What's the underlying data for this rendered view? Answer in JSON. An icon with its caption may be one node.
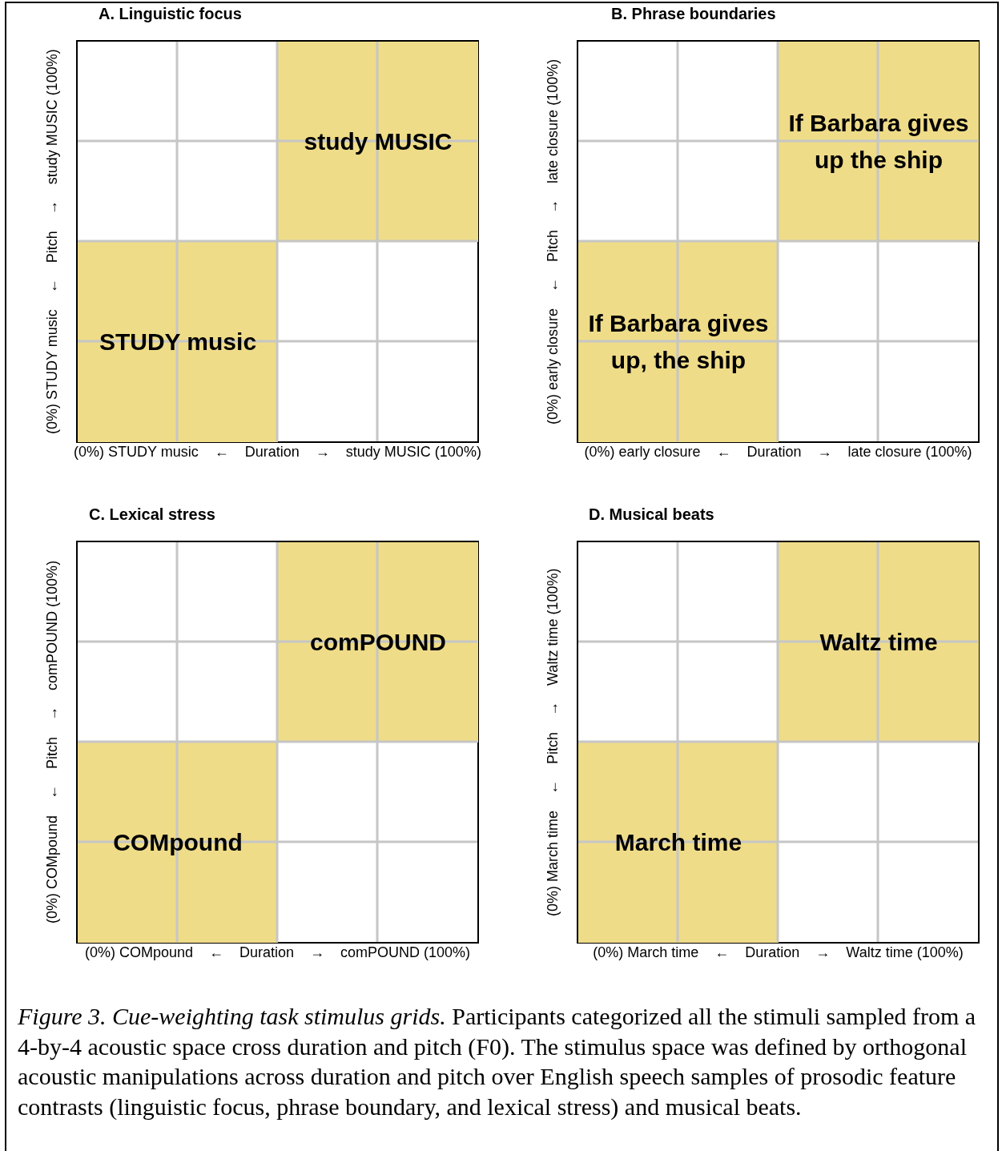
{
  "diagram": {
    "caption": "*Figure 3. Cue-weighting task stimulus grids.* Participants categorized all the stimuli sampled from a 4-by-4 acoustic space cross duration and pitch (F0). The stimulus space was defined by orthogonal acoustic manipulations across duration and pitch over English speech samples of prosodic feature contrasts (linguistic focus, phrase boundary, and lexical stress) and musical beats.",
    "nodes": [
      {
        "text": [
          "A. Linguistic focus"
        ]
      },
      {
        "text": [
          "study MUSIC"
        ],
        "in": 0
      },
      {
        "text": [
          "STUDY music"
        ],
        "in": 0
      },
      {
        "text": [
          "B. Phrase boundaries"
        ]
      },
      {
        "text": [
          "If Barbara gives up the ship"
        ],
        "in": 3
      },
      {
        "text": [
          "If Barbara gives up, the ship"
        ],
        "in": 3
      },
      {
        "text": [
          "C. Lexical stress"
        ]
      },
      {
        "text": [
          "comPOUND"
        ],
        "in": 6
      },
      {
        "text": [
          "COMpound"
        ],
        "in": 6
      },
      {
        "text": [
          "D. Musical beats"
        ]
      },
      {
        "text": [
          "Waltz time"
        ],
        "in": 9
      },
      {
        "text": [
          "March time"
        ],
        "in": 9
      }
    ],
    "labels": [
      "(0%) STUDY music ← Pitch → study MUSIC (100%)",
      "(0%) STUDY music ← Duration → study MUSIC (100%)",
      "(0%) early closure ← Pitch → late closure (100%)",
      "(0%) early closure ← Duration → late closure (100%)",
      "(0%) COMpound ← Pitch → comPOUND (100%)",
      "(0%) COMpound ← Duration → comPOUND (100%)",
      "(0%) March time ← Pitch → Waltz time (100%)",
      "(0%) March time ← Duration → Waltz time (100%)"
    ]
  }
}
